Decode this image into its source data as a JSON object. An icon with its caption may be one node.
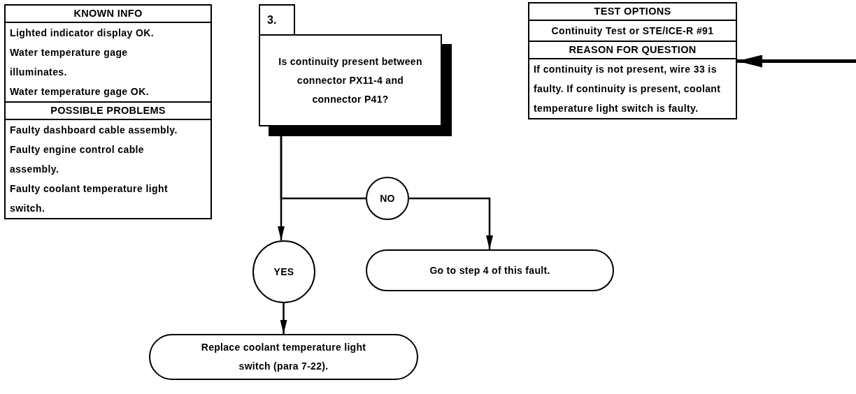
{
  "diagram": {
    "nodes": [
      {
        "text": [
          "KNOWN INFO",
          "Lighted indicator display OK.",
          "Water temperature gage illuminates.",
          "Water temperature gage OK."
        ]
      },
      {
        "text": [
          "POSSIBLE PROBLEMS",
          "Faulty dashboard cable assembly.",
          "Faulty engine control cable assembly.",
          "Faulty coolant temperature light switch."
        ]
      },
      {
        "text": [
          "3."
        ]
      },
      {
        "text": [
          "Is continuity present between connector PX11-4 and connector P41?"
        ]
      },
      {
        "text": [
          "TEST OPTIONS",
          "Continuity Test or STE/ICE-R #91"
        ]
      },
      {
        "text": [
          "REASON FOR QUESTION",
          "If continuity is not present, wire 33 is faulty. If continuity is present, coolant temperature light switch is faulty."
        ]
      },
      {
        "text": [
          "NO"
        ]
      },
      {
        "text": [
          "YES"
        ]
      },
      {
        "text": [
          "Go to step 4 of this fault."
        ]
      },
      {
        "text": [
          "Replace coolant temperature light switch (para 7-22)."
        ]
      }
    ],
    "edges": [
      {
        "from": 3,
        "to": 7,
        "arrow": "to"
      },
      {
        "from": 3,
        "to": 6,
        "arrow": "none"
      },
      {
        "from": 6,
        "to": 8,
        "arrow": "to"
      },
      {
        "from": 7,
        "to": 9,
        "arrow": "to"
      },
      {
        "from": null,
        "to": 5,
        "arrow": "to",
        "style": "thick"
      }
    ]
  }
}
